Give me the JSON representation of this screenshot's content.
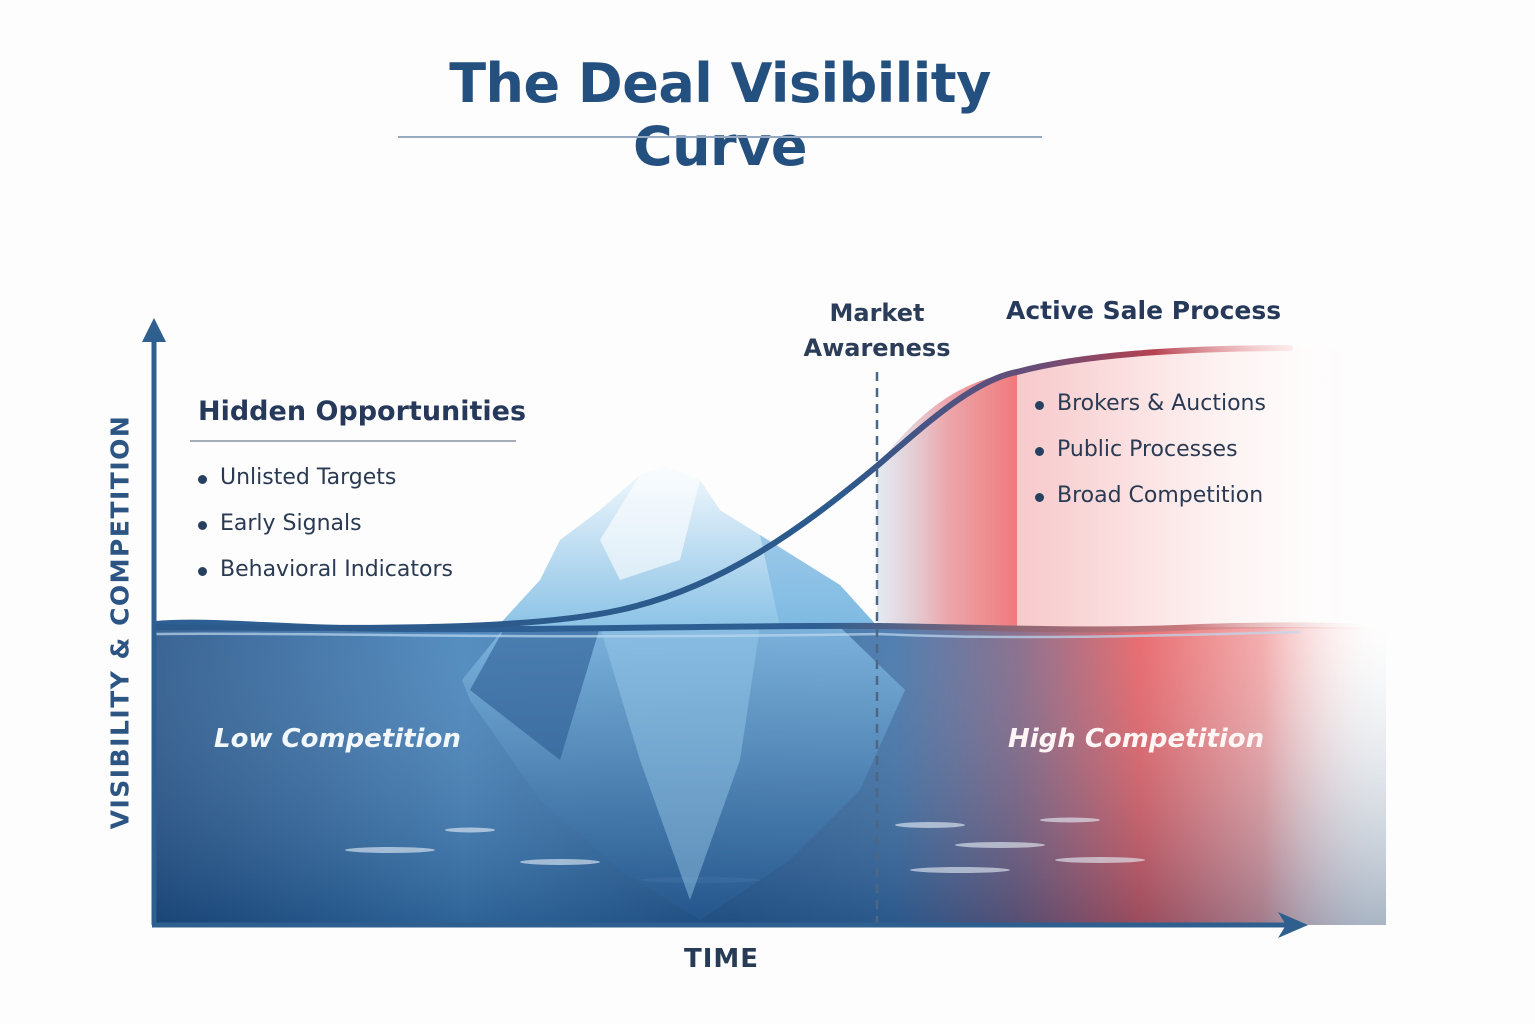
{
  "title": "The Deal Visibility Curve",
  "axes": {
    "y_label": "VISIBILITY & COMPETITION",
    "x_label": "TIME"
  },
  "zones": {
    "hidden": {
      "heading": "Hidden Opportunities",
      "bullets": [
        "Unlisted Targets",
        "Early Signals",
        "Behavioral Indicators"
      ],
      "underwater_label": "Low Competition"
    },
    "market_awareness": {
      "line1": "Market",
      "line2": "Awareness"
    },
    "active": {
      "heading": "Active Sale Process",
      "bullets": [
        "Brokers & Auctions",
        "Public Processes",
        "Broad Competition"
      ],
      "underwater_label": "High Competition"
    }
  },
  "colors": {
    "title": "#24507f",
    "axis": "#2f5f8f",
    "curve_blue": "#2c5a8c",
    "curve_red": "#b5414f",
    "water_deep": "#1f4f85",
    "water_light": "#5c9ccd",
    "competition_red": "#e8545a",
    "text_dark": "#26395a"
  },
  "chart_data": {
    "type": "area",
    "title": "The Deal Visibility Curve",
    "xlabel": "TIME",
    "ylabel": "VISIBILITY & COMPETITION",
    "grid": false,
    "legend": null,
    "description": "Illustrative S-curve: flat low visibility at the waterline, rising past the Market Awareness threshold, then plateauing during the Active Sale Process. No numeric tick labels are shown.",
    "x": [
      0,
      0.1,
      0.2,
      0.3,
      0.4,
      0.5,
      0.6,
      0.65,
      0.7,
      0.75,
      0.8,
      0.9,
      1.0
    ],
    "values": [
      0,
      0,
      0,
      0,
      0.01,
      0.08,
      0.3,
      0.52,
      0.72,
      0.86,
      0.93,
      0.97,
      0.97
    ],
    "annotations": [
      {
        "text": "Hidden Opportunities",
        "x_range": [
          0,
          0.32
        ]
      },
      {
        "text": "Market Awareness",
        "x": 0.63,
        "style": "dashed vertical line"
      },
      {
        "text": "Active Sale Process",
        "x_range": [
          0.7,
          1.0
        ]
      },
      {
        "text": "Low Competition",
        "region": "below waterline, left"
      },
      {
        "text": "High Competition",
        "region": "below waterline, right"
      }
    ]
  }
}
